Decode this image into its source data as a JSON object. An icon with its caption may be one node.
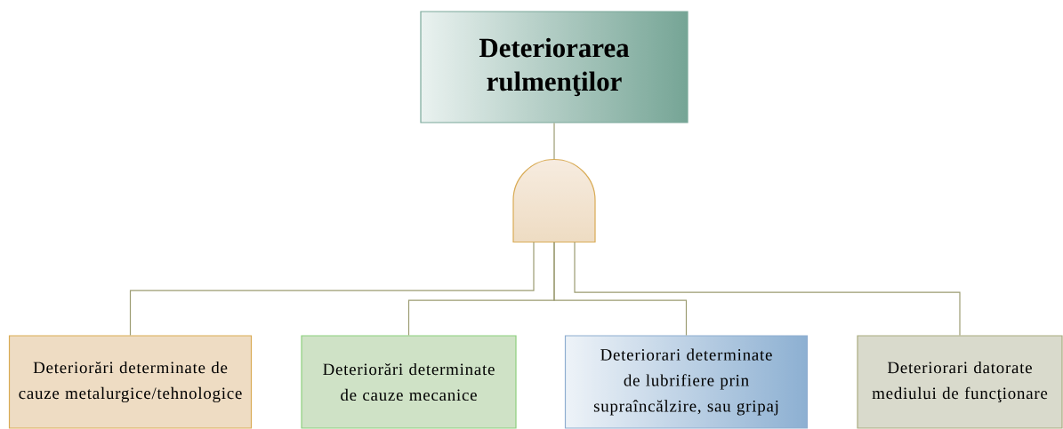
{
  "diagram": {
    "nodes": [
      {
        "text": [
          "Deteriorarea rulmenţilor"
        ]
      },
      {
        "text": [],
        "shape": "gate"
      },
      {
        "text": [
          "Deteriorări determinate de cauze metalurgice/tehnologice"
        ]
      },
      {
        "text": [
          "Deteriorări determinate de cauze mecanice"
        ]
      },
      {
        "text": [
          "Deteriorari determinate de lubrifiere prin supraîncălzire, sau gripaj"
        ]
      },
      {
        "text": [
          "Deteriorari datorate mediului de funcţionare"
        ]
      }
    ],
    "edges": [
      {
        "from": 0,
        "to": 1,
        "arrow": "none"
      },
      {
        "from": 1,
        "to": 2,
        "arrow": "none"
      },
      {
        "from": 1,
        "to": 3,
        "arrow": "none"
      },
      {
        "from": 1,
        "to": 4,
        "arrow": "none"
      },
      {
        "from": 1,
        "to": 5,
        "arrow": "none"
      }
    ]
  }
}
